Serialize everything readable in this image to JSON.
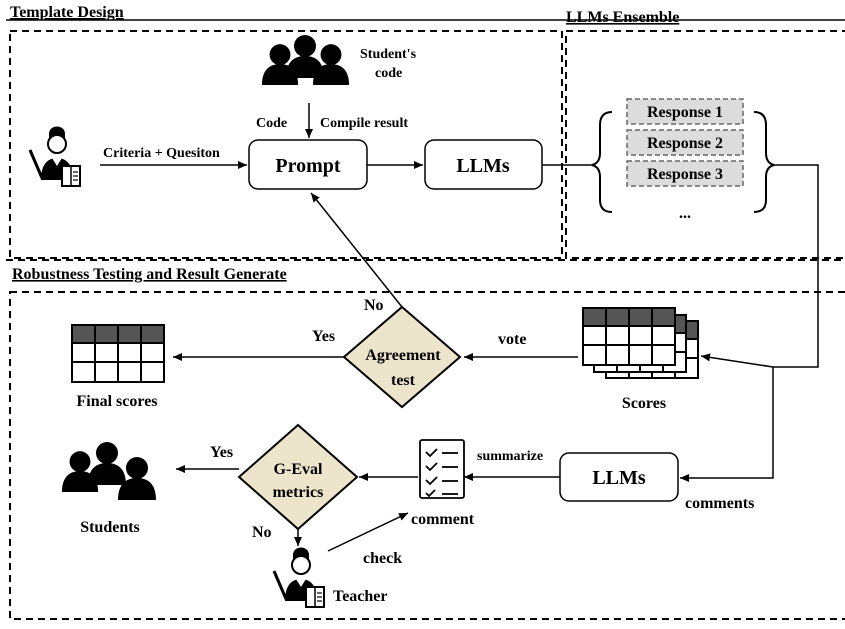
{
  "sections": {
    "template_design": "Template Design",
    "llms_ensemble": "LLMs Ensemble",
    "robustness": "Robustness Testing and Result Generate"
  },
  "nodes": {
    "student_code": [
      "Student's",
      "code"
    ],
    "prompt": "Prompt",
    "llms_top": "LLMs",
    "llms_bottom": "LLMs",
    "responses": [
      "Response 1",
      "Response 2",
      "Response 3"
    ],
    "ellipsis": "...",
    "agreement_test": [
      "Agreement",
      "test"
    ],
    "geval": [
      "G-Eval",
      "metrics"
    ],
    "final_scores": "Final scores",
    "scores": "Scores",
    "students": "Students",
    "comment": "comment",
    "teacher": "Teacher"
  },
  "edges": {
    "criteria_question": "Criteria + Quesiton",
    "code": "Code",
    "compile_result": "Compile result",
    "no_top": "No",
    "yes_top": "Yes",
    "vote": "vote",
    "yes_bottom": "Yes",
    "no_bottom": "No",
    "summarize": "summarize",
    "comments": "comments",
    "check": "check"
  },
  "colors": {
    "diamond_fill": "#ede4cc",
    "response_fill": "#dcdcdc",
    "table_header": "#555555"
  },
  "icons": [
    "teacher-icon",
    "people-icon",
    "table-icon",
    "checklist-icon"
  ]
}
